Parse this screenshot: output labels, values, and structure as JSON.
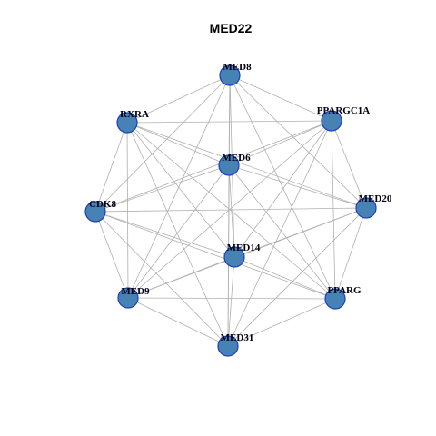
{
  "title": "MED22",
  "colors": {
    "node_fill": "#4682b4",
    "node_stroke": "#1e3fbf",
    "edge": "#b0b0b0"
  },
  "nodes": [
    {
      "id": "MED8",
      "label": "MED8"
    },
    {
      "id": "PPARGC1A",
      "label": "PPARGC1A"
    },
    {
      "id": "RXRA",
      "label": "RXRA"
    },
    {
      "id": "MED6",
      "label": "MED6"
    },
    {
      "id": "MED20",
      "label": "MED20"
    },
    {
      "id": "CDK8",
      "label": "CDK8"
    },
    {
      "id": "MED14",
      "label": "MED14"
    },
    {
      "id": "MED9",
      "label": "MED9"
    },
    {
      "id": "PPARG",
      "label": "PPARG"
    },
    {
      "id": "MED31",
      "label": "MED31"
    }
  ],
  "edges": [
    [
      "MED8",
      "PPARGC1A"
    ],
    [
      "MED8",
      "RXRA"
    ],
    [
      "MED8",
      "MED6"
    ],
    [
      "MED8",
      "MED20"
    ],
    [
      "MED8",
      "CDK8"
    ],
    [
      "MED8",
      "MED14"
    ],
    [
      "MED8",
      "MED9"
    ],
    [
      "MED8",
      "PPARG"
    ],
    [
      "MED8",
      "MED31"
    ],
    [
      "PPARGC1A",
      "RXRA"
    ],
    [
      "PPARGC1A",
      "MED6"
    ],
    [
      "PPARGC1A",
      "MED20"
    ],
    [
      "PPARGC1A",
      "CDK8"
    ],
    [
      "PPARGC1A",
      "MED14"
    ],
    [
      "PPARGC1A",
      "MED9"
    ],
    [
      "PPARGC1A",
      "PPARG"
    ],
    [
      "PPARGC1A",
      "MED31"
    ],
    [
      "RXRA",
      "MED6"
    ],
    [
      "RXRA",
      "MED20"
    ],
    [
      "RXRA",
      "CDK8"
    ],
    [
      "RXRA",
      "MED14"
    ],
    [
      "RXRA",
      "MED9"
    ],
    [
      "RXRA",
      "PPARG"
    ],
    [
      "RXRA",
      "MED31"
    ],
    [
      "MED6",
      "MED20"
    ],
    [
      "MED6",
      "CDK8"
    ],
    [
      "MED6",
      "MED14"
    ],
    [
      "MED6",
      "MED9"
    ],
    [
      "MED6",
      "PPARG"
    ],
    [
      "MED6",
      "MED31"
    ],
    [
      "MED20",
      "CDK8"
    ],
    [
      "MED20",
      "MED14"
    ],
    [
      "MED20",
      "MED9"
    ],
    [
      "MED20",
      "PPARG"
    ],
    [
      "MED20",
      "MED31"
    ],
    [
      "CDK8",
      "MED14"
    ],
    [
      "CDK8",
      "MED9"
    ],
    [
      "CDK8",
      "PPARG"
    ],
    [
      "CDK8",
      "MED31"
    ],
    [
      "MED14",
      "MED9"
    ],
    [
      "MED14",
      "PPARG"
    ],
    [
      "MED14",
      "MED31"
    ],
    [
      "MED9",
      "PPARG"
    ],
    [
      "MED9",
      "MED31"
    ],
    [
      "PPARG",
      "MED31"
    ]
  ]
}
